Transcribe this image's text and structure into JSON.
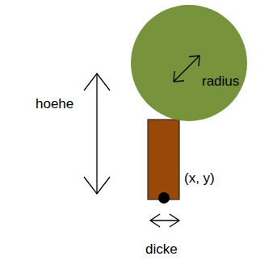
{
  "diagram": {
    "labels": [
      "hoehe",
      "radius",
      "(x, y)",
      "dicke"
    ]
  }
}
